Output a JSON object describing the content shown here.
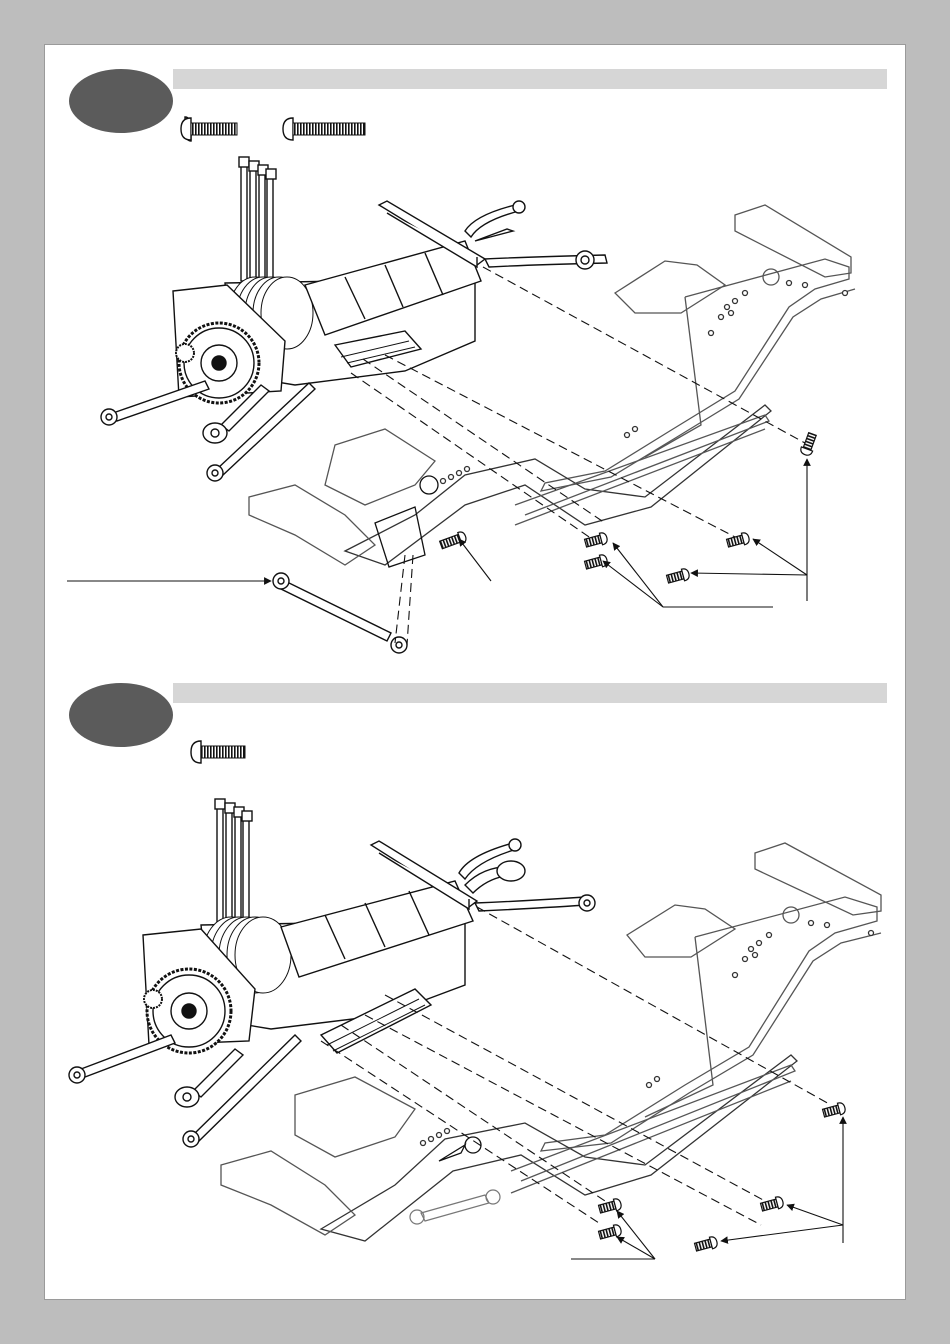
{
  "page": {
    "background": "#bdbdbd",
    "sheet_color": "#ffffff",
    "bar_color": "#d6d6d6",
    "badge_color": "#5b5b5b",
    "line_color": "#111111"
  },
  "steps": [
    {
      "badge_label": "",
      "hardware": [
        "short-button-head-screw-icon",
        "long-button-head-screw-icon"
      ],
      "callouts": [
        "left-link-leader",
        "center-screw-leader",
        "pair-screw-leader",
        "right-screw-leader"
      ]
    },
    {
      "badge_label": "",
      "hardware": [
        "button-head-screw-icon"
      ],
      "callouts": [
        "pair-screw-leader",
        "right-screw-leader"
      ]
    }
  ]
}
